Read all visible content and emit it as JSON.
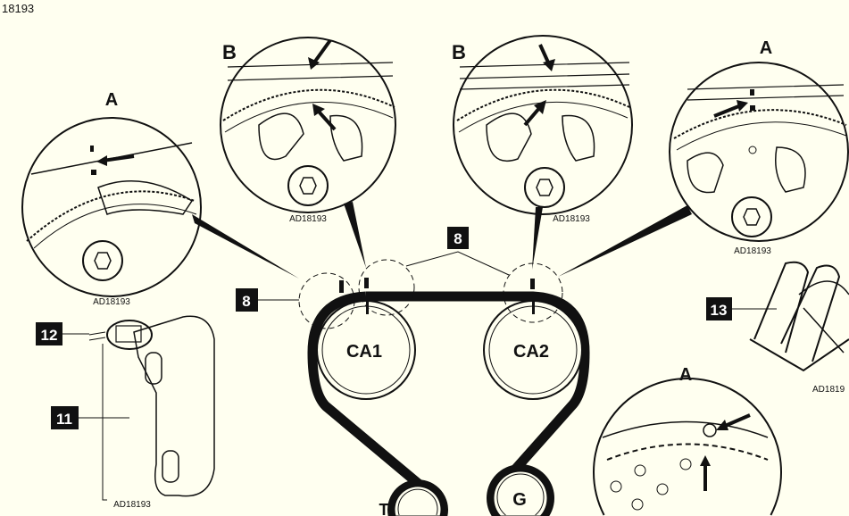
{
  "header": {
    "ref": "18193"
  },
  "details": [
    {
      "label": "A",
      "code": "AD18193"
    },
    {
      "label": "B",
      "code": "AD18193"
    },
    {
      "label": "B",
      "code": "AD18193"
    },
    {
      "label": "A",
      "code": "AD18193"
    },
    {
      "label": "A"
    }
  ],
  "callouts": {
    "c8a": "8",
    "c8b": "8",
    "c12": "12",
    "c11": "11",
    "c13": "13"
  },
  "pulleys": {
    "ca1": "CA1",
    "ca2": "CA2",
    "g": "G",
    "t": "T"
  },
  "sensor_code": "AD18193",
  "clip_code": "AD1819",
  "colors": {
    "background": "#fffff0",
    "ink": "#111111"
  }
}
